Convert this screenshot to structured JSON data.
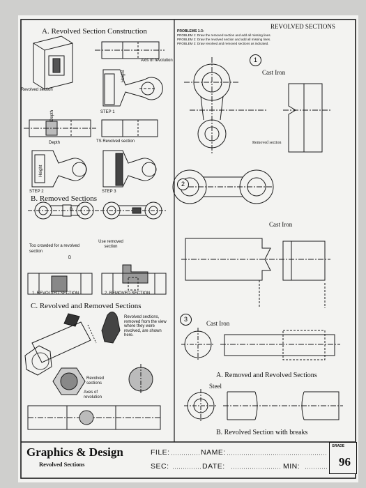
{
  "header": {
    "right_title": "REVOLVED SECTIONS",
    "problems_heading": "PROBLEMS 1-3:",
    "problem_lines": [
      "PROBLEM 1: Draw the removed section and add all missing lines.",
      "PROBLEM 2: Draw the revolved section and add all missing lines.",
      "PROBLEM 3: Draw revolved and removed sections as indicated."
    ]
  },
  "left": {
    "section_a_title": "A. Revolved Section Construction",
    "axis_label": "Axis of revolution",
    "revolved_section_label": "Revolved section",
    "height_label": "Height",
    "step1": "STEP 1",
    "depth_label": "Depth",
    "ts_label": "TS Revolved section",
    "step2": "STEP 2",
    "step3": "STEP 3",
    "section_b_title": "B. Removed Sections",
    "too_crowded": "Too crowded for a revolved section",
    "use_removed": "Use removed section",
    "d_label": "D",
    "caption_1": "1. REVOLVED SECTION",
    "caption_2": "2. REMOVED SECTION",
    "section_c_title": "C. Revolved and Removed Sections",
    "revolved_sections_note": "Revolved sections, removed from the view where they were revolved, are shown here.",
    "revolved_sections_label": "Revolved sections",
    "axes_label": "Axes of revolution"
  },
  "right": {
    "problem_numbers": [
      "1",
      "2",
      "3"
    ],
    "cast_iron_1": "Cast Iron",
    "removed_section": "Removed section",
    "cast_iron_2": "Cast Iron",
    "cast_iron_3": "Cast Iron",
    "subtitle_a": "A. Removed and Revolved Sections",
    "steel": "Steel",
    "subtitle_b": "B. Revolved Section with breaks"
  },
  "footer": {
    "brand": "Graphics & Design",
    "brand_sub": "Revolved Sections",
    "file_label": "FILE:",
    "name_label": "NAME:",
    "sec_label": "SEC:",
    "date_label": "DATE:",
    "min_label": "MIN:",
    "grade_label": "GRADE",
    "page_number": "96"
  }
}
